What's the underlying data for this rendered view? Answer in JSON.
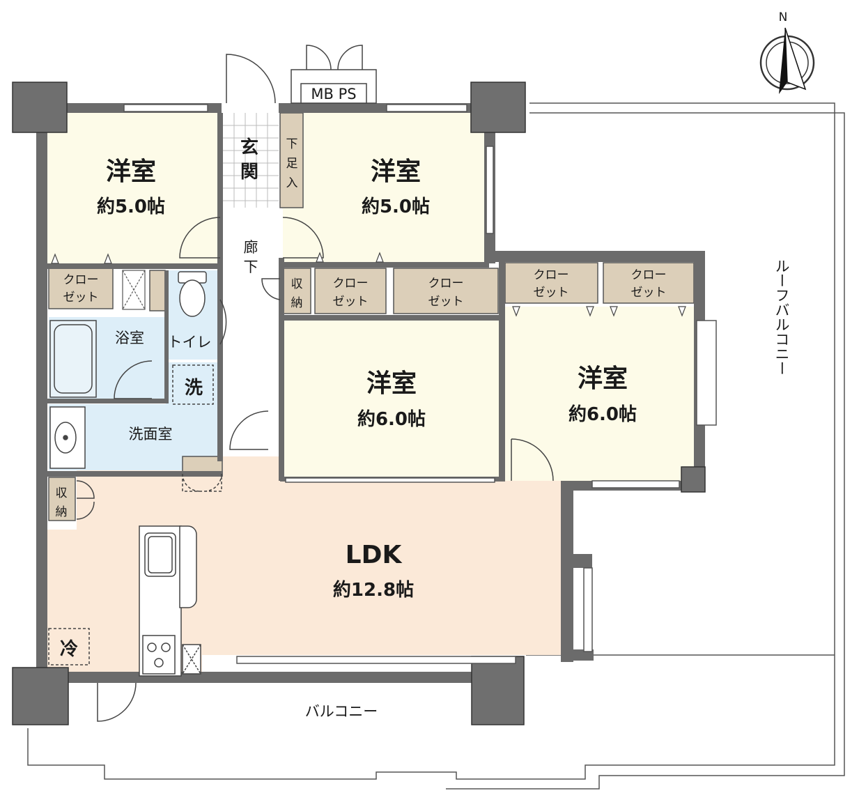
{
  "compass": {
    "north_label": "N"
  },
  "rooms": {
    "western_nw": {
      "name": "洋室",
      "size": "約5.0帖"
    },
    "western_n": {
      "name": "洋室",
      "size": "約5.0帖"
    },
    "western_c": {
      "name": "洋室",
      "size": "約6.0帖"
    },
    "western_e": {
      "name": "洋室",
      "size": "約6.0帖"
    },
    "ldk": {
      "name": "LDK",
      "size": "約12.8帖"
    }
  },
  "labels": {
    "entrance": [
      "玄",
      "関"
    ],
    "shoe_storage": [
      "下",
      "足",
      "入"
    ],
    "hallway": [
      "廊",
      "下"
    ],
    "storage_hall": [
      "収",
      "納"
    ],
    "storage_ldk": [
      "収",
      "納"
    ],
    "closet_line1": "クロー",
    "closet_line2": "ゼット",
    "bathroom": "浴室",
    "toilet": "トイレ",
    "washer": "洗",
    "washroom": "洗面室",
    "fridge": "冷",
    "mb_ps": "MB PS",
    "balcony": "バルコニー",
    "roof_balcony": "ルーフバルコニー"
  },
  "colors": {
    "room_cream": "#fdfbe8",
    "ldk_peach": "#fbe9d8",
    "closet_tan": "#dccfb9",
    "wet_blue": "#ddeef8",
    "wall_gray": "#6b6b6b"
  }
}
